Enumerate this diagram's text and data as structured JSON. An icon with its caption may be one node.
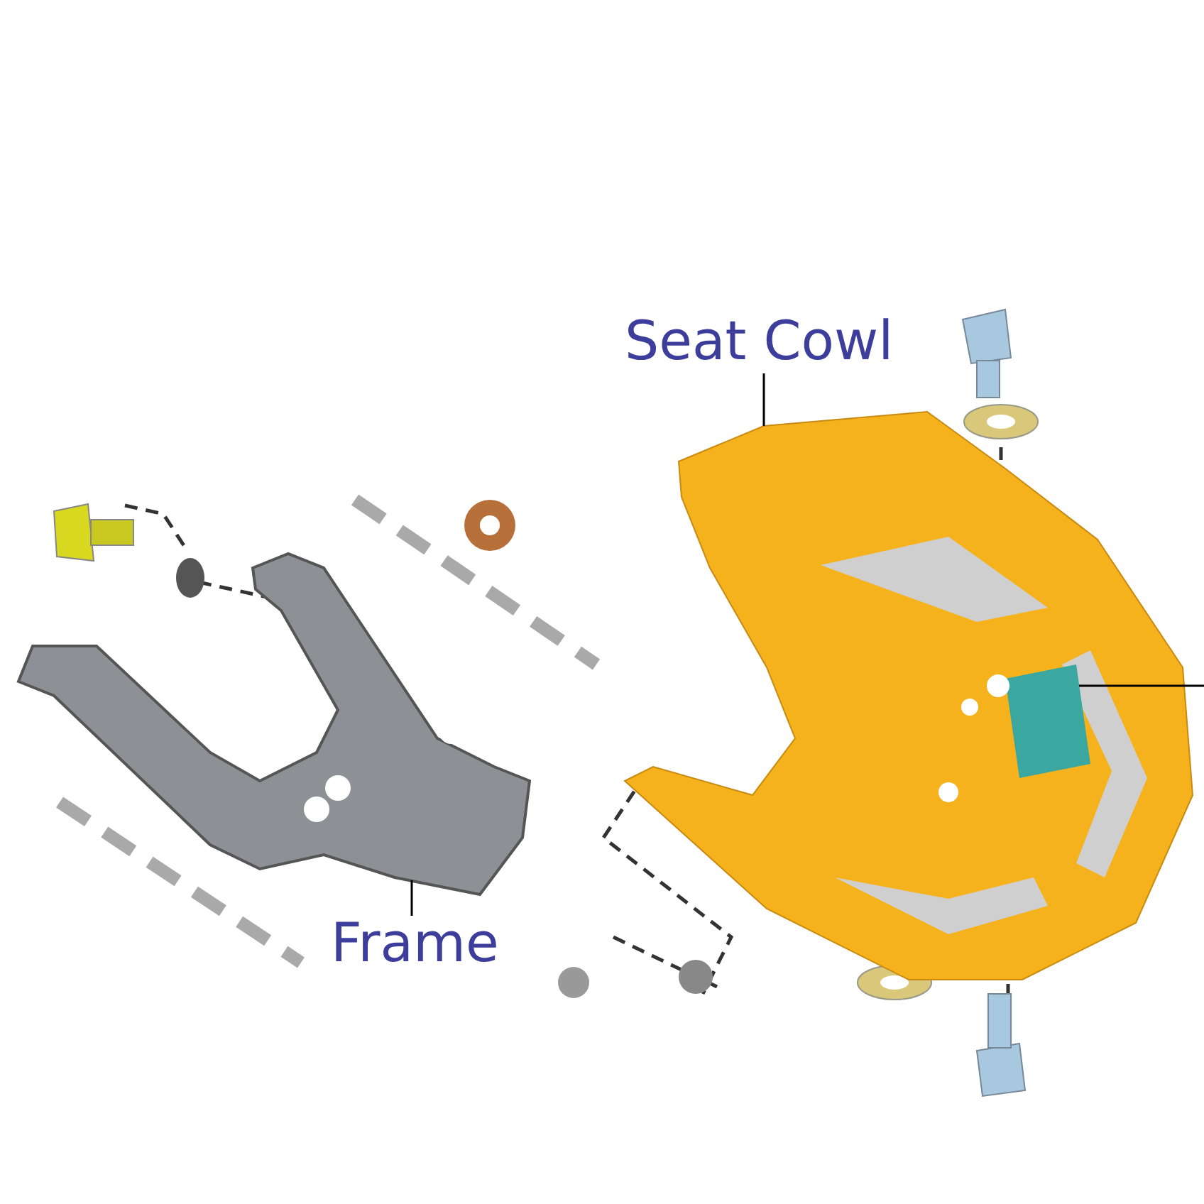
{
  "diagram": {
    "nodes": [
      {
        "text": [
          "Seat Cowl"
        ]
      },
      {
        "text": [],
        "shape": "picture"
      },
      {
        "text": [],
        "shape": "picture"
      },
      {
        "text": [
          "Frame"
        ]
      }
    ],
    "edges": [
      {
        "from": 0,
        "to": 2,
        "arrow": "none"
      },
      {
        "from": 3,
        "to": 1,
        "arrow": "none"
      },
      {
        "from": null,
        "to": 2,
        "arrow": "none"
      }
    ]
  }
}
